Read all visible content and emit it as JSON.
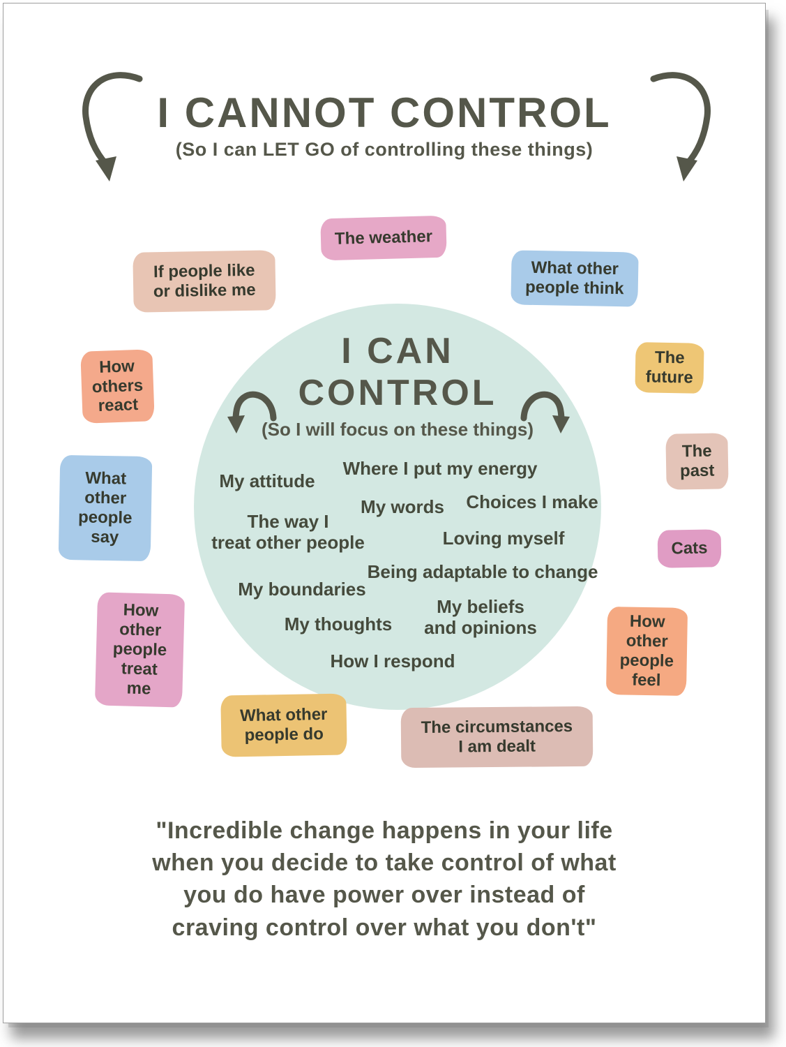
{
  "accent_color": "#55574a",
  "cannot_section": {
    "title": "I CANNOT CONTROL",
    "subtitle": "(So I can LET GO of controlling these things)"
  },
  "cannot_tags": [
    {
      "id": "weather",
      "label": "The weather",
      "color": "#e6a8c7"
    },
    {
      "id": "like-dislike",
      "label": "If people like\nor dislike me",
      "color": "#e8c5b4"
    },
    {
      "id": "people-think",
      "label": "What other\npeople think",
      "color": "#a9cbe9"
    },
    {
      "id": "others-react",
      "label": "How\nothers\nreact",
      "color": "#f4a98b"
    },
    {
      "id": "future",
      "label": "The\nfuture",
      "color": "#eec675"
    },
    {
      "id": "past",
      "label": "The\npast",
      "color": "#e4c4b8"
    },
    {
      "id": "people-say",
      "label": "What\nother\npeople\nsay",
      "color": "#a9cbe9"
    },
    {
      "id": "cats",
      "label": "Cats",
      "color": "#e09cc4"
    },
    {
      "id": "treat-me",
      "label": "How\nother\npeople\ntreat\nme",
      "color": "#e4a6c8"
    },
    {
      "id": "people-feel",
      "label": "How\nother\npeople\nfeel",
      "color": "#f5a982"
    },
    {
      "id": "people-do",
      "label": "What other\npeople do",
      "color": "#ecc374"
    },
    {
      "id": "circumstances",
      "label": "The circumstances\nI am dealt",
      "color": "#dcbcb4"
    }
  ],
  "can_section": {
    "title_line1": "I CAN",
    "title_line2": "CONTROL",
    "subtitle": "(So I will focus on these things)",
    "circle_color": "#d3e8e2",
    "items": [
      "My attitude",
      "Where I put my energy",
      "My words",
      "Choices I make",
      "The way I\ntreat other people",
      "Loving myself",
      "Being adaptable to change",
      "My boundaries",
      "My beliefs\nand opinions",
      "My thoughts",
      "How I respond"
    ]
  },
  "icons": {
    "left_big": "curved-arrow-down-left",
    "right_big": "curved-arrow-down-right",
    "left_small": "hook-arrow-down-left",
    "right_small": "hook-arrow-down-right"
  },
  "quote": {
    "text": "\"Incredible change happens in your life\nwhen you decide to take control of what\nyou do have power over instead of\ncraving control over what you don't\""
  }
}
